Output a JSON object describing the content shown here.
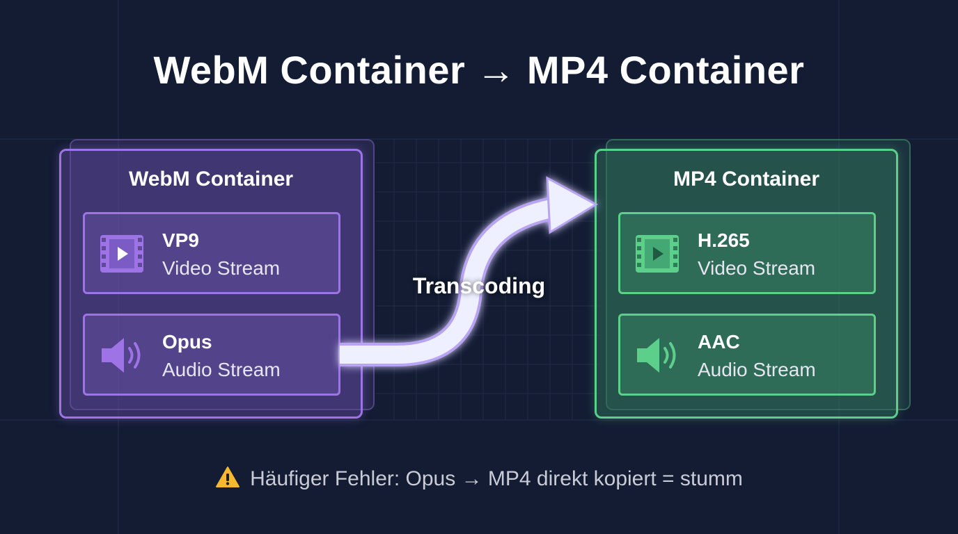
{
  "title": "WebM Container → MP4 Container",
  "colors": {
    "background": "#131c33",
    "webm_accent": "#9d73e6",
    "mp4_accent": "#5ccf8a",
    "warning": "#f5b82e"
  },
  "source": {
    "title": "WebM Container",
    "streams": [
      {
        "codec": "VP9",
        "type": "Video Stream",
        "icon": "film-play-icon"
      },
      {
        "codec": "Opus",
        "type": "Audio Stream",
        "icon": "speaker-icon"
      }
    ]
  },
  "target": {
    "title": "MP4 Container",
    "streams": [
      {
        "codec": "H.265",
        "type": "Video Stream",
        "icon": "film-play-icon"
      },
      {
        "codec": "AAC",
        "type": "Audio Stream",
        "icon": "speaker-icon"
      }
    ]
  },
  "transcode_label": "Transcoding",
  "warning": {
    "icon": "warning-triangle-icon",
    "text": "Häufiger Fehler: Opus → MP4 direkt kopiert = stumm"
  }
}
